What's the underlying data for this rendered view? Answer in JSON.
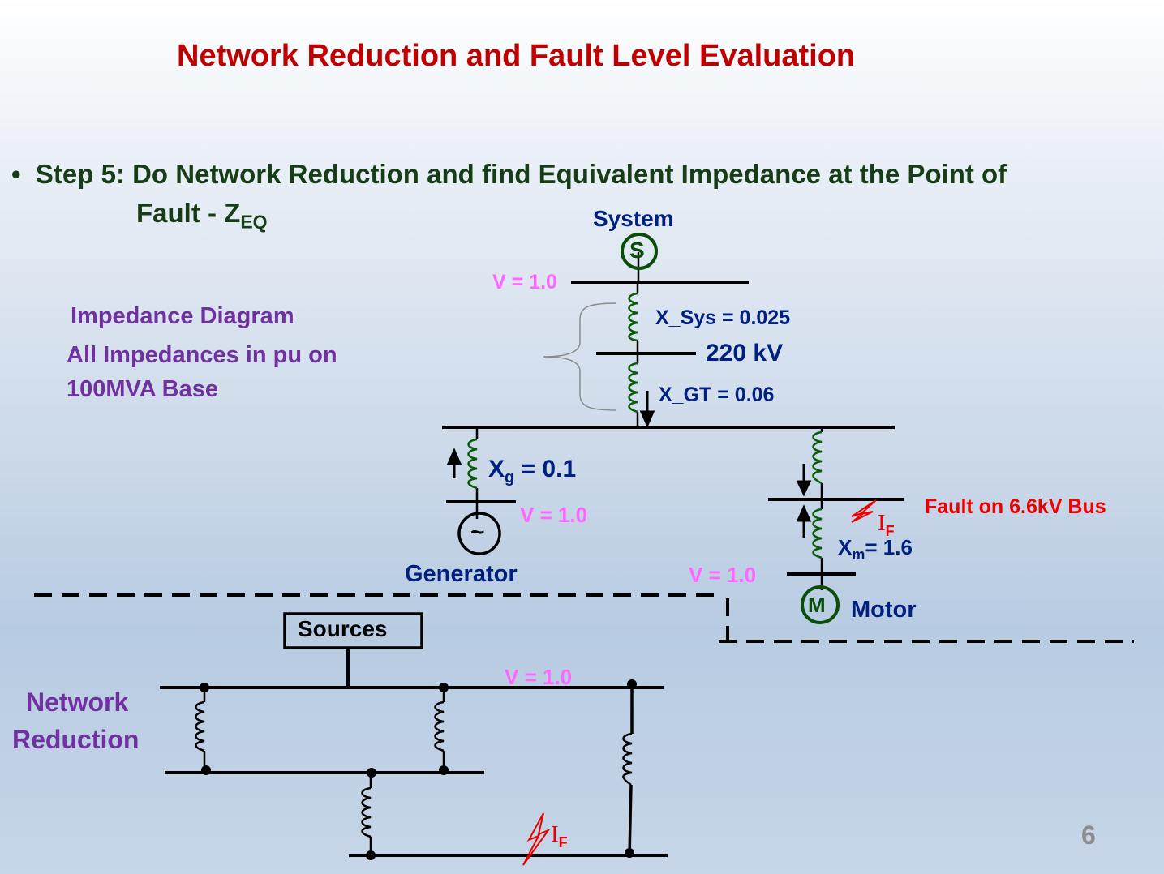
{
  "title": "Network Reduction and Fault Level Evaluation",
  "bullet": {
    "marker": "•",
    "line1": "Step 5: Do Network Reduction and find Equivalent Impedance at the Point of",
    "line2_main": "Fault - Z",
    "line2_sub": "EQ"
  },
  "labels": {
    "impedance_diagram": "Impedance Diagram",
    "base_line1": "All Impedances in pu on",
    "base_line2": "100MVA Base",
    "system": "System",
    "system_symbol": "S",
    "v_system": "V = 1.0",
    "x_sys": "X_Sys = 0.025",
    "bus_220": "220 kV",
    "x_gt": "X_GT = 0.06",
    "xg_main": "X",
    "xg_sub": "g",
    "xg_value": " = 0.1",
    "v_gen": "V = 1.0",
    "gen_symbol": "~",
    "generator": "Generator",
    "fault_bus": "Fault on 6.6kV Bus",
    "if_main": "I",
    "if_sub": "F",
    "xm_main": "X",
    "xm_sub": "m",
    "xm_value": "= 1.6",
    "v_motor": "V = 1.0",
    "motor_symbol": "M",
    "motor": "Motor",
    "sources": "Sources",
    "v_reduced": "V = 1.0",
    "network_line1": "Network",
    "network_line2": "Reduction",
    "if2_main": "I",
    "if2_sub": "F"
  },
  "page_number": "6",
  "colors": {
    "title": "#c00000",
    "bullet_text": "#173d17",
    "purple": "#7030a0",
    "navy": "#002080",
    "voltage": "#ff66ff",
    "fault": "#ee0000",
    "inductor": "#0a5a0a"
  }
}
